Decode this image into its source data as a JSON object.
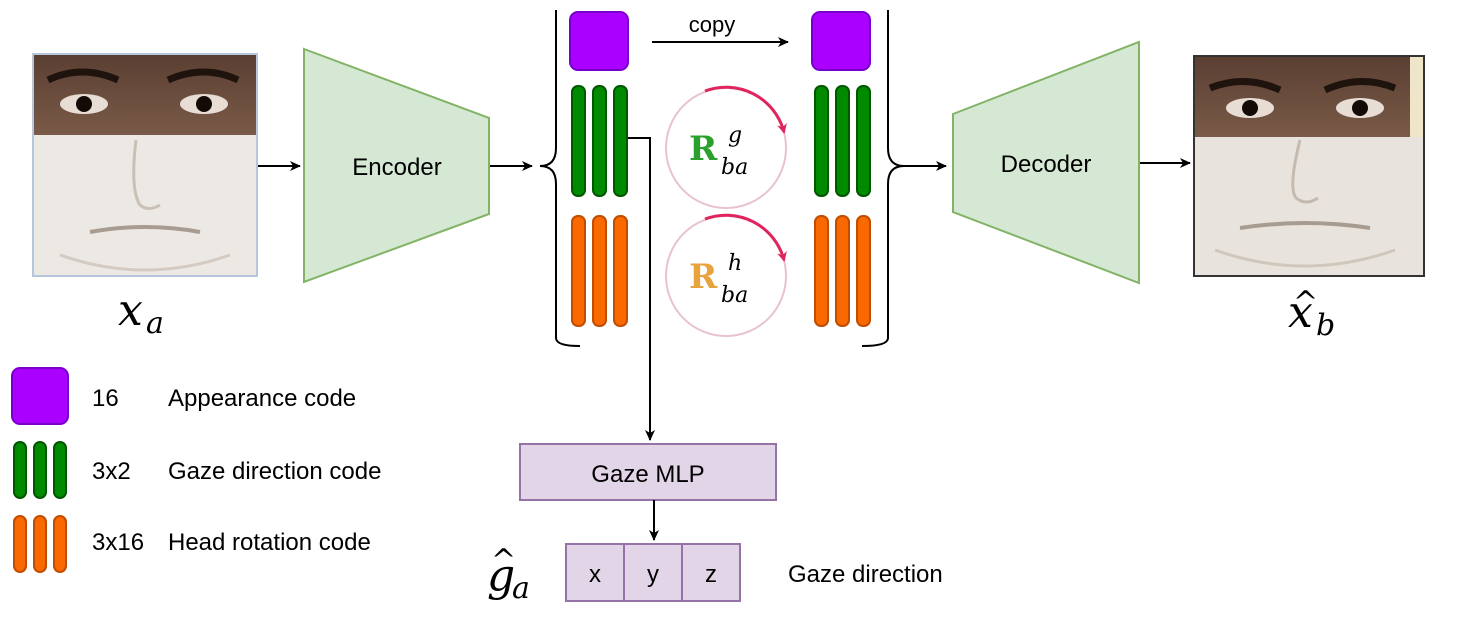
{
  "labels": {
    "encoder": "Encoder",
    "decoder": "Decoder",
    "copy": "copy",
    "gaze_mlp": "Gaze MLP",
    "gaze_direction": "Gaze direction"
  },
  "math": {
    "x_a_base": "x",
    "x_a_sub": "a",
    "x_b_base": "x",
    "x_b_hat": "^",
    "x_b_sub": "b",
    "g_a_base": "g",
    "g_a_hat": "^",
    "g_a_sub": "a",
    "r_gaze_base": "R",
    "r_gaze_sup": "g",
    "r_gaze_sub": "ba",
    "r_head_base": "R",
    "r_head_sup": "h",
    "r_head_sub": "ba"
  },
  "output_vector": [
    "x",
    "y",
    "z"
  ],
  "legend": [
    {
      "size": "16",
      "label": "Appearance code"
    },
    {
      "size": "3x2",
      "label": "Gaze direction code"
    },
    {
      "size": "3x16",
      "label": "Head rotation code"
    }
  ],
  "colors": {
    "appearance": "#aa00ff",
    "gaze": "#008a00",
    "head": "#fa6800",
    "network_fill": "#d5e8d4",
    "network_stroke": "#82b366",
    "mlp_fill": "#e1d5e7",
    "mlp_stroke": "#9673a6",
    "rotation_arrow": "#e0245e",
    "gaze_text": "#2ca02c",
    "head_text": "#e8a33d"
  }
}
